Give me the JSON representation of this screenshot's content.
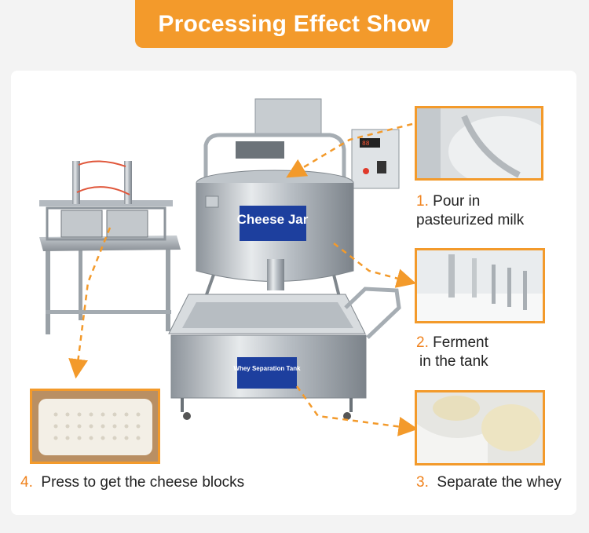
{
  "header": {
    "title": "Processing Effect Show"
  },
  "machine_labels": {
    "cheese_jar": "Cheese Jar",
    "whey_tank": "Whey Separation Tank"
  },
  "steps": [
    {
      "num": "1.",
      "text_line1": "Pour in",
      "text_line2": "pasteurized milk"
    },
    {
      "num": "2.",
      "text_line1": "Ferment",
      "text_line2": "in the tank"
    },
    {
      "num": "3.",
      "text": "Separate the whey"
    },
    {
      "num": "4.",
      "text": "Press to get the cheese blocks"
    }
  ],
  "colors": {
    "accent": "#f39a2b",
    "step_number": "#f0831e"
  },
  "icons": [
    "flow-arrow-icon"
  ]
}
